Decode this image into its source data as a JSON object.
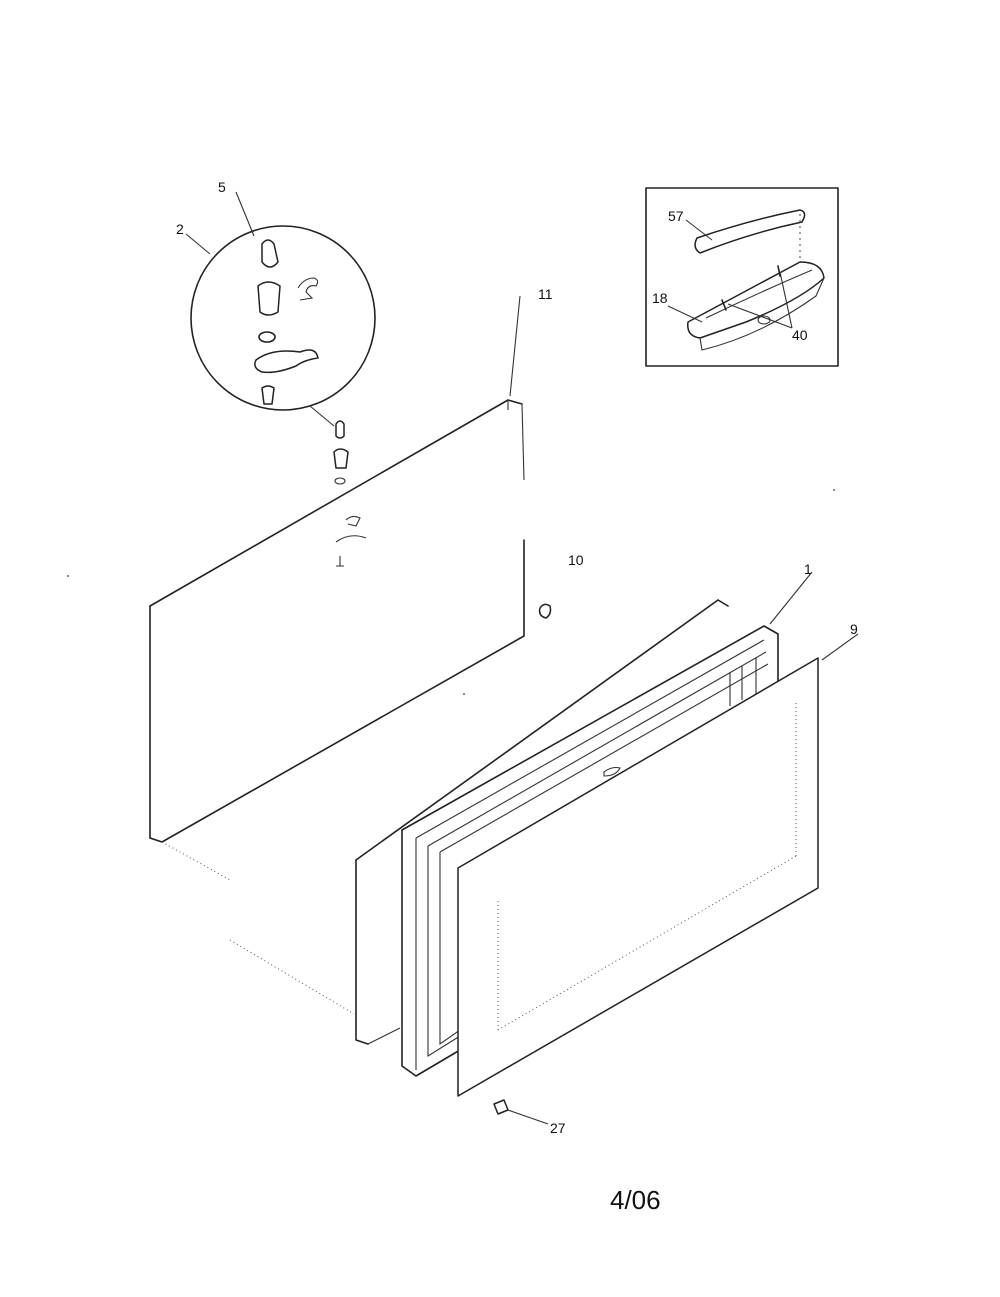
{
  "callouts": [
    {
      "id": "5",
      "text": "5"
    },
    {
      "id": "2",
      "text": "2"
    },
    {
      "id": "11",
      "text": "11"
    },
    {
      "id": "57",
      "text": "57"
    },
    {
      "id": "18",
      "text": "18"
    },
    {
      "id": "40",
      "text": "40"
    },
    {
      "id": "10",
      "text": "10"
    },
    {
      "id": "1",
      "text": "1"
    },
    {
      "id": "9",
      "text": "9"
    },
    {
      "id": "27",
      "text": "27"
    }
  ],
  "footer": {
    "date_code": "4/06"
  }
}
